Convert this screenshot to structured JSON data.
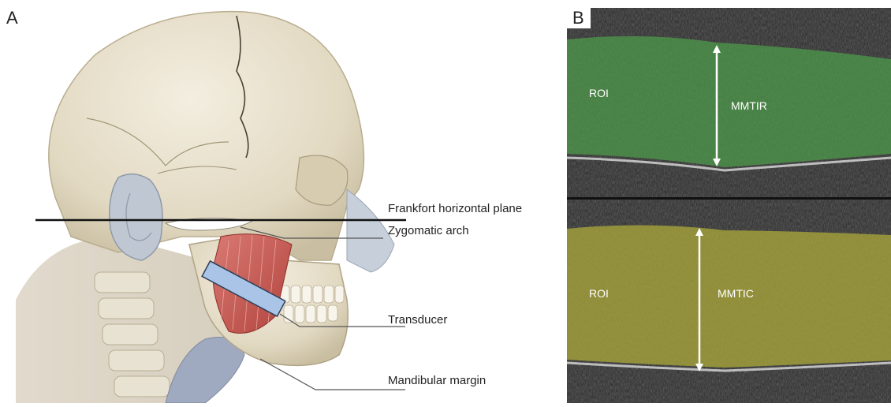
{
  "panel_a": {
    "letter": "A",
    "labels": {
      "frankfort": "Frankfort horizontal plane",
      "zygomatic": "Zygomatic arch",
      "transducer": "Transducer",
      "mandibular": "Mandibular margin"
    }
  },
  "panel_b": {
    "letter": "B",
    "top_image": {
      "roi_label": "ROI",
      "measure_label": "MMTIR",
      "overlay_color": "#4d9a4a"
    },
    "bottom_image": {
      "roi_label": "ROI",
      "measure_label": "MMTIC",
      "overlay_color": "#a8a53a"
    }
  },
  "colors": {
    "transducer": "#a9c4e6",
    "muscle": "#c0544e",
    "bone": "#e7e0cd",
    "callout_line": "#555555"
  }
}
